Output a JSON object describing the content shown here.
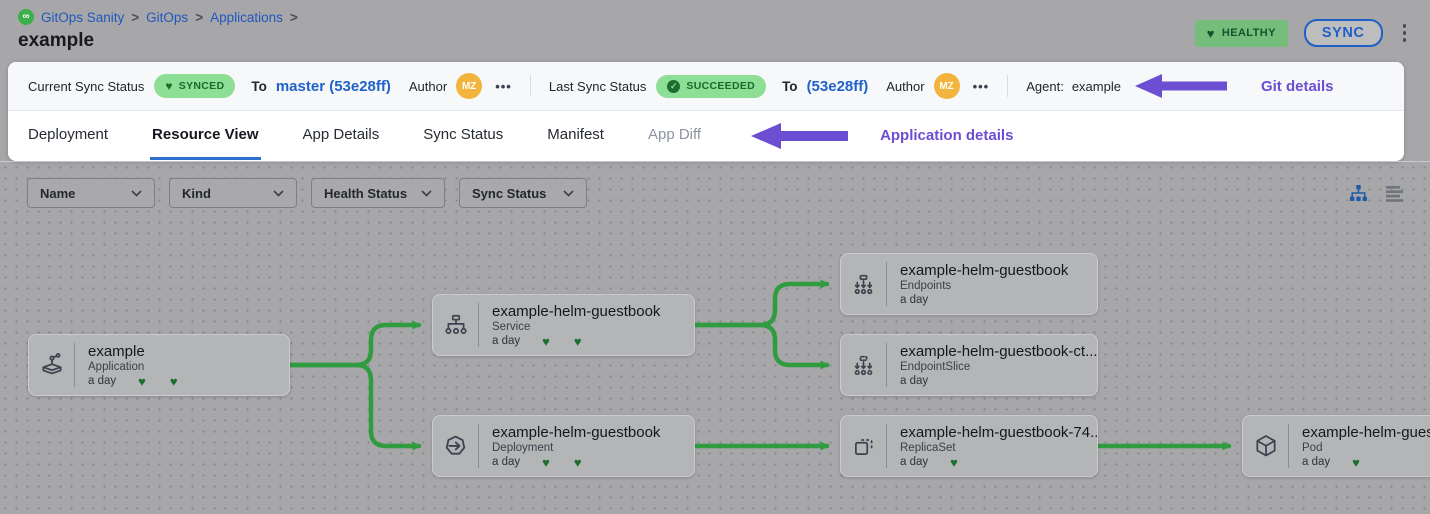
{
  "colors": {
    "page_bg": "#a7a7a9",
    "accent_blue": "#1f62c9",
    "annotation_purple": "#6b4ed2",
    "edge_green": "#2f9c3f",
    "synced_badge_bg": "#8ddf95",
    "synced_badge_text": "#176a2b",
    "healthy_badge_bg": "#74bd7b",
    "avatar_bg": "#f2b43c"
  },
  "icons": [
    "gitops-logo",
    "heart-icon",
    "check-circle-icon",
    "kebab-menu-icon",
    "ellipsis-icon",
    "chevron-down-icon",
    "tree-view-icon",
    "list-view-icon",
    "application-icon",
    "service-icon",
    "deployment-icon",
    "endpoints-icon",
    "endpointslice-icon",
    "replicaset-icon",
    "pod-icon",
    "arrow-left-icon"
  ],
  "header": {
    "breadcrumb": {
      "separator": ">",
      "items": [
        {
          "label": "GitOps Sanity"
        },
        {
          "label": "GitOps"
        },
        {
          "label": "Applications"
        }
      ]
    },
    "title": "example",
    "health_badge": "HEALTHY",
    "sync_button": "SYNC"
  },
  "status_bar": {
    "current": {
      "label": "Current Sync Status",
      "badge": "SYNCED",
      "to": "To",
      "revision": "master (53e28ff)",
      "author": "Author",
      "avatar": "MZ",
      "more": "•••"
    },
    "last": {
      "label": "Last Sync Status",
      "badge": "SUCCEEDED",
      "to": "To",
      "revision": "(53e28ff)",
      "author": "Author",
      "avatar": "MZ",
      "more": "•••"
    },
    "agent": {
      "label": "Agent:",
      "value": "example"
    },
    "annotation": "Git details"
  },
  "tabs": {
    "items": [
      {
        "label": "Deployment",
        "state": "normal"
      },
      {
        "label": "Resource View",
        "state": "active"
      },
      {
        "label": "App Details",
        "state": "normal"
      },
      {
        "label": "Sync Status",
        "state": "normal"
      },
      {
        "label": "Manifest",
        "state": "normal"
      },
      {
        "label": "App Diff",
        "state": "disabled"
      }
    ],
    "annotation": "Application details"
  },
  "filters": {
    "dropdowns": [
      {
        "label": "Name"
      },
      {
        "label": "Kind"
      },
      {
        "label": "Health Status"
      },
      {
        "label": "Sync Status"
      }
    ]
  },
  "graph": {
    "nodes": [
      {
        "name": "example",
        "kind": "Application",
        "age": "a day",
        "hearts": 2
      },
      {
        "name": "example-helm-guestbook",
        "kind": "Service",
        "age": "a day",
        "hearts": 2
      },
      {
        "name": "example-helm-guestbook",
        "kind": "Deployment",
        "age": "a day",
        "hearts": 2
      },
      {
        "name": "example-helm-guestbook",
        "kind": "Endpoints",
        "age": "a day",
        "hearts": 0
      },
      {
        "name": "example-helm-guestbook-ct...",
        "kind": "EndpointSlice",
        "age": "a day",
        "hearts": 0
      },
      {
        "name": "example-helm-guestbook-74...",
        "kind": "ReplicaSet",
        "age": "a day",
        "hearts": 1
      },
      {
        "name": "example-helm-guest",
        "kind": "Pod",
        "age": "a day",
        "hearts": 1
      }
    ],
    "edges": [
      {
        "from": "example/Application",
        "to": "example-helm-guestbook/Service"
      },
      {
        "from": "example/Application",
        "to": "example-helm-guestbook/Deployment"
      },
      {
        "from": "example-helm-guestbook/Service",
        "to": "example-helm-guestbook/Endpoints"
      },
      {
        "from": "example-helm-guestbook/Service",
        "to": "example-helm-guestbook-ct.../EndpointSlice"
      },
      {
        "from": "example-helm-guestbook/Deployment",
        "to": "example-helm-guestbook-74.../ReplicaSet"
      },
      {
        "from": "example-helm-guestbook-74.../ReplicaSet",
        "to": "example-helm-guest/Pod"
      }
    ]
  }
}
